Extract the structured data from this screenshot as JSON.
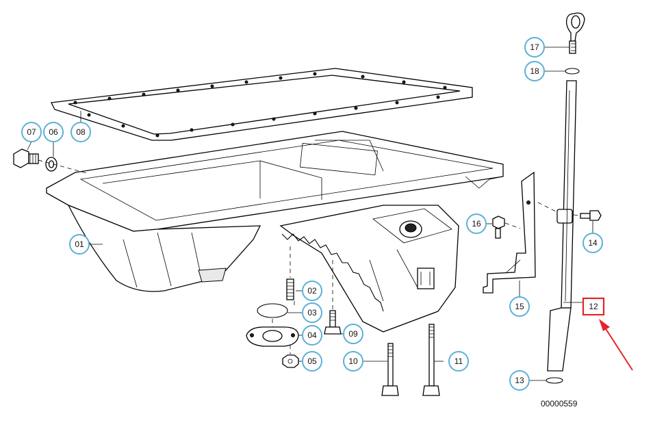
{
  "diagram": {
    "callouts": [
      {
        "id": "01",
        "label": "01"
      },
      {
        "id": "02",
        "label": "02"
      },
      {
        "id": "03",
        "label": "03"
      },
      {
        "id": "04",
        "label": "04"
      },
      {
        "id": "05",
        "label": "05"
      },
      {
        "id": "06",
        "label": "06"
      },
      {
        "id": "07",
        "label": "07"
      },
      {
        "id": "08",
        "label": "08"
      },
      {
        "id": "09",
        "label": "09"
      },
      {
        "id": "10",
        "label": "10"
      },
      {
        "id": "11",
        "label": "11"
      },
      {
        "id": "13",
        "label": "13"
      },
      {
        "id": "14",
        "label": "14"
      },
      {
        "id": "15",
        "label": "15"
      },
      {
        "id": "16",
        "label": "16"
      },
      {
        "id": "17",
        "label": "17"
      },
      {
        "id": "18",
        "label": "18"
      }
    ],
    "highlighted": {
      "label": "12"
    },
    "document_number": "00000559",
    "colors": {
      "callout_ring": "#5bb0d8",
      "highlight": "#e3242b",
      "line": "#000000"
    }
  }
}
